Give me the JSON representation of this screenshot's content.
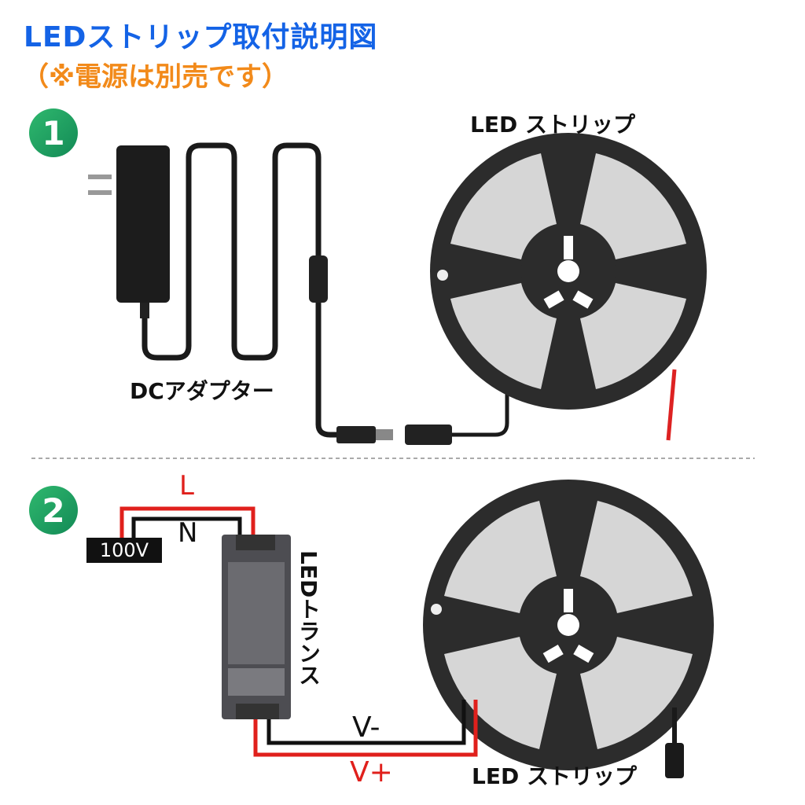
{
  "header": {
    "title": "LEDストリップ取付説明図",
    "subtitle": "（※電源は別売です）"
  },
  "step1": {
    "badge": "1",
    "strip_label": "LED ストリップ",
    "adapter_label": "DCアダプター"
  },
  "step2": {
    "badge": "2",
    "line_label": "L",
    "neutral_label": "N",
    "voltage_label": "100V",
    "transformer_label": "LEDトランス",
    "vminus_label": "V-",
    "vplus_label": "V+",
    "strip_label": "LED ストリップ"
  },
  "colors": {
    "title": "#1463e6",
    "subtitle": "#f28a1a",
    "badge": "#1f9e60",
    "wire_red": "#e0201c",
    "wire_black": "#111111"
  }
}
